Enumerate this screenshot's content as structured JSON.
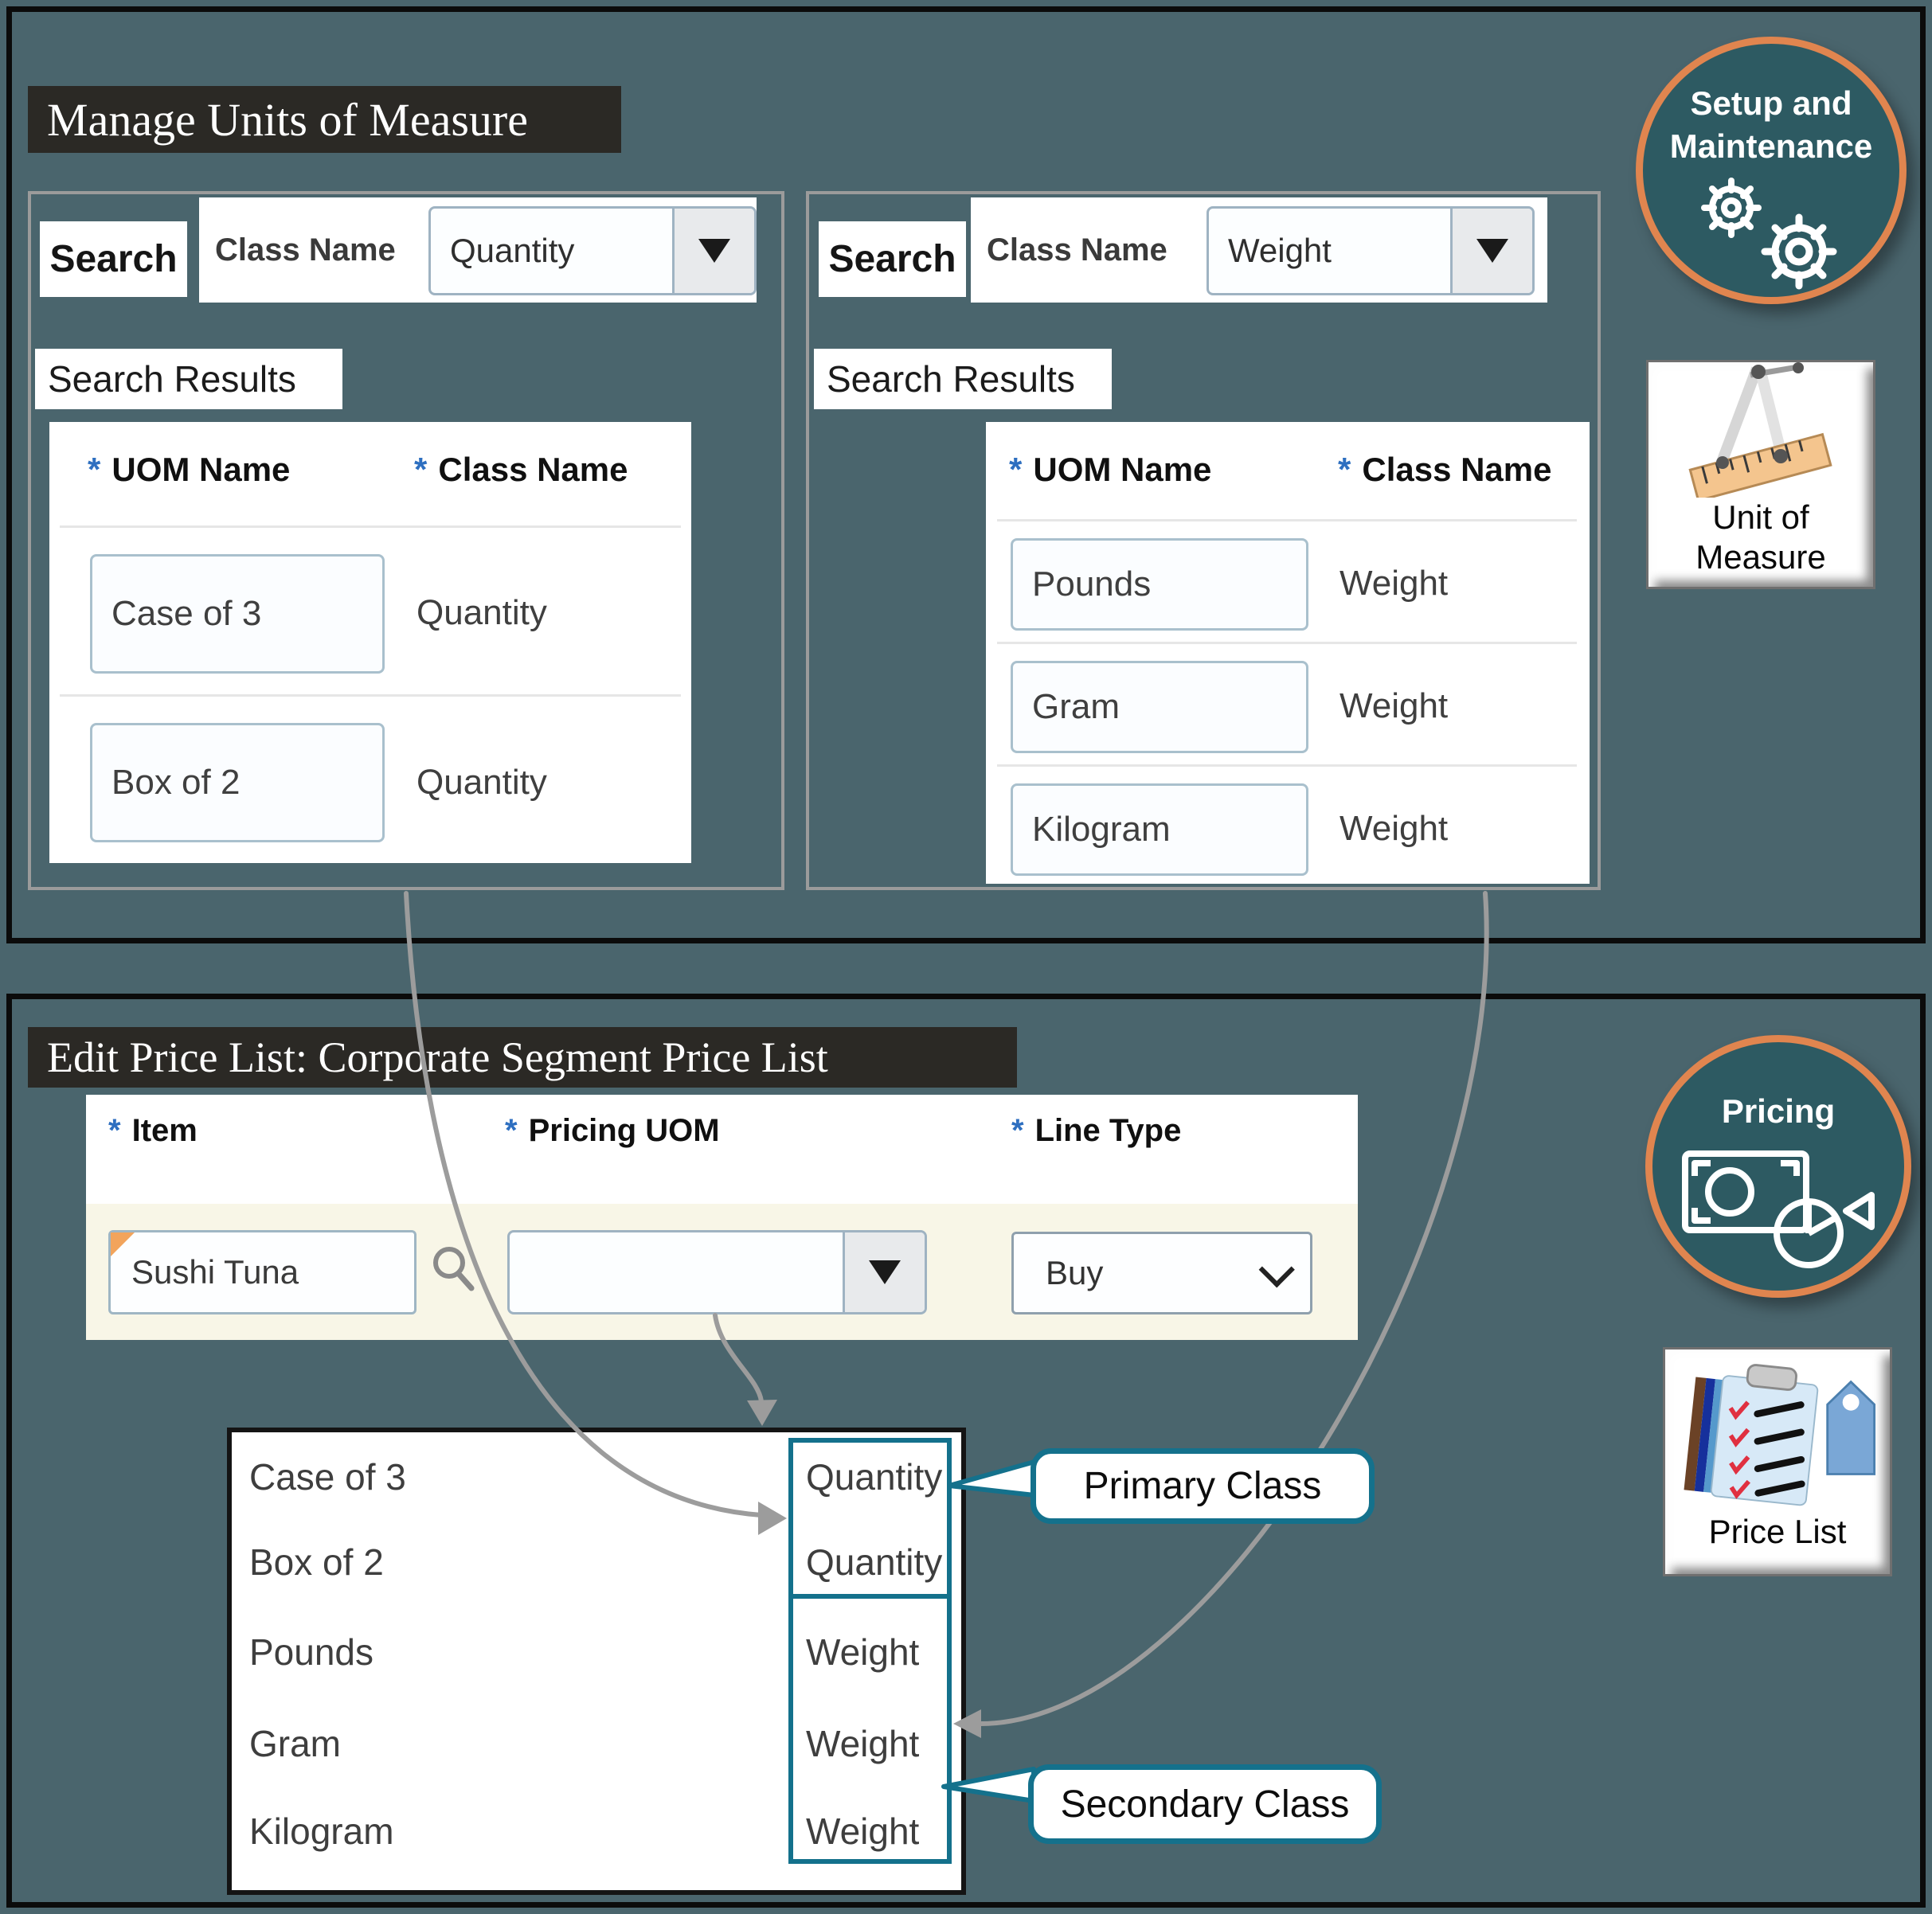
{
  "required_marker": "*",
  "top_section": {
    "title": "Manage Units of Measure",
    "quantity_panel": {
      "search_label": "Search",
      "class_name_label": "Class Name",
      "class_name_value": "Quantity",
      "results_label": "Search Results",
      "uom_header": "UOM Name",
      "class_header": "Class Name",
      "rows": [
        {
          "uom": "Case of 3",
          "class": "Quantity"
        },
        {
          "uom": "Box of 2",
          "class": "Quantity"
        }
      ]
    },
    "weight_panel": {
      "search_label": "Search",
      "class_name_label": "Class Name",
      "class_name_value": "Weight",
      "results_label": "Search Results",
      "uom_header": "UOM Name",
      "class_header": "Class Name",
      "rows": [
        {
          "uom": "Pounds",
          "class": "Weight"
        },
        {
          "uom": "Gram",
          "class": "Weight"
        },
        {
          "uom": "Kilogram",
          "class": "Weight"
        }
      ]
    }
  },
  "bottom_section": {
    "title": "Edit Price List: Corporate Segment Price List",
    "form": {
      "item_label": "Item",
      "item_value": "Sushi Tuna",
      "pricing_uom_label": "Pricing UOM",
      "pricing_uom_value": "",
      "line_type_label": "Line Type",
      "line_type_value": "Buy"
    },
    "uom_dropdown": {
      "options": [
        {
          "name": "Case of 3",
          "class": "Quantity"
        },
        {
          "name": "Box of 2",
          "class": "Quantity"
        },
        {
          "name": "Pounds",
          "class": "Weight"
        },
        {
          "name": "Gram",
          "class": "Weight"
        },
        {
          "name": "Kilogram",
          "class": "Weight"
        }
      ]
    },
    "callouts": {
      "primary": "Primary Class",
      "secondary": "Secondary Class"
    }
  },
  "side_icons": {
    "setup_maintenance_label": "Setup and Maintenance",
    "unit_of_measure_label": "Unit of Measure",
    "pricing_label": "Pricing",
    "price_list_label": "Price List"
  },
  "colors": {
    "background": "#4a656d",
    "accent_teal": "#14718c",
    "orange_ring": "#e0854f",
    "circle_fill": "#2d5a62",
    "arrow_gray": "#9c9c9c",
    "title_bar": "#2b2925",
    "cream_row": "#f8f6e7"
  }
}
